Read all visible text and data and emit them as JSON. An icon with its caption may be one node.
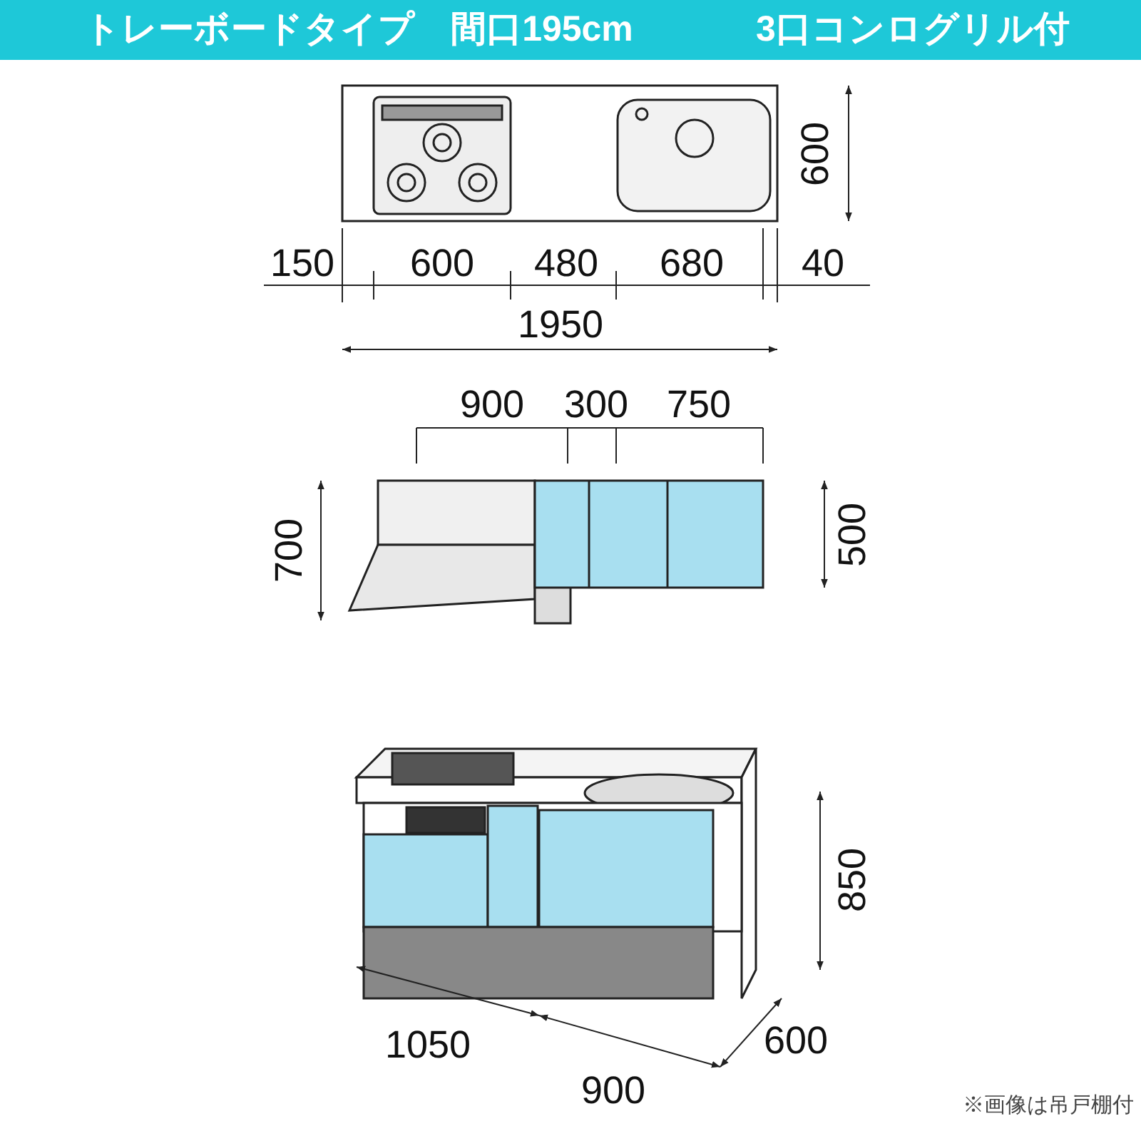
{
  "diagram": {
    "labels": [
      "トレーボードタイプ",
      "間口195cm",
      "3口コンログリル付",
      "600",
      "150",
      "600",
      "480",
      "680",
      "40",
      "1950",
      "900",
      "300",
      "750",
      "700",
      "500",
      "850",
      "1050",
      "900",
      "600",
      "※画像は吊戸棚付"
    ]
  }
}
